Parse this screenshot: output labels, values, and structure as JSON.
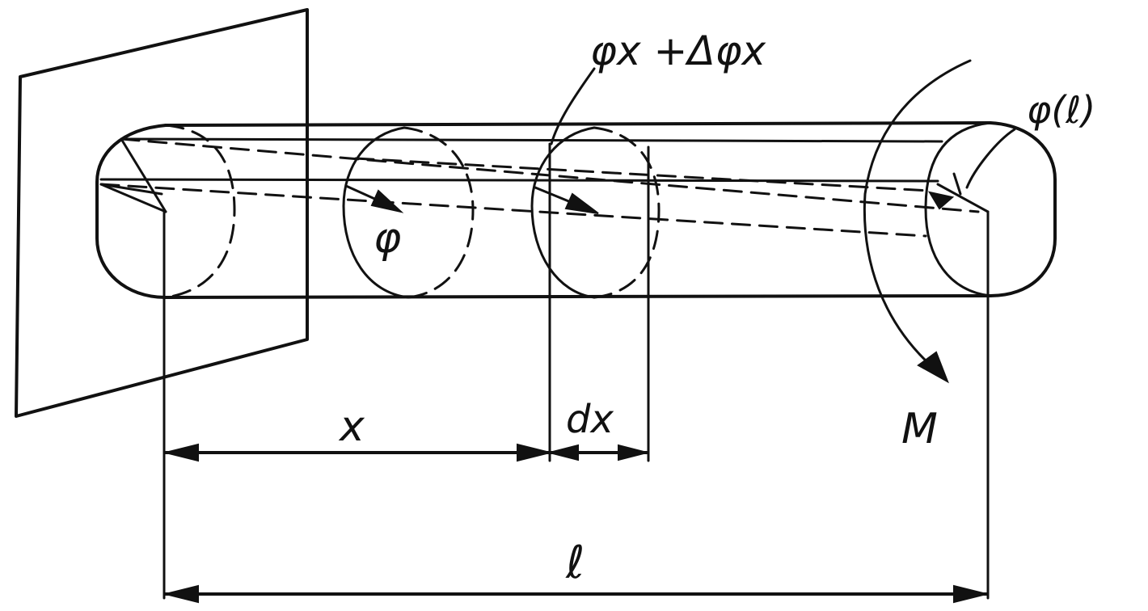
{
  "labels": {
    "phi": "φ",
    "phi_x_plus_delta": "φx +Δφx",
    "phi_l": "φ(ℓ)",
    "x": "x",
    "dx": "dx",
    "length": "ℓ",
    "moment": "M"
  },
  "colors": {
    "ink": "#111111",
    "paper": "#ffffff"
  }
}
